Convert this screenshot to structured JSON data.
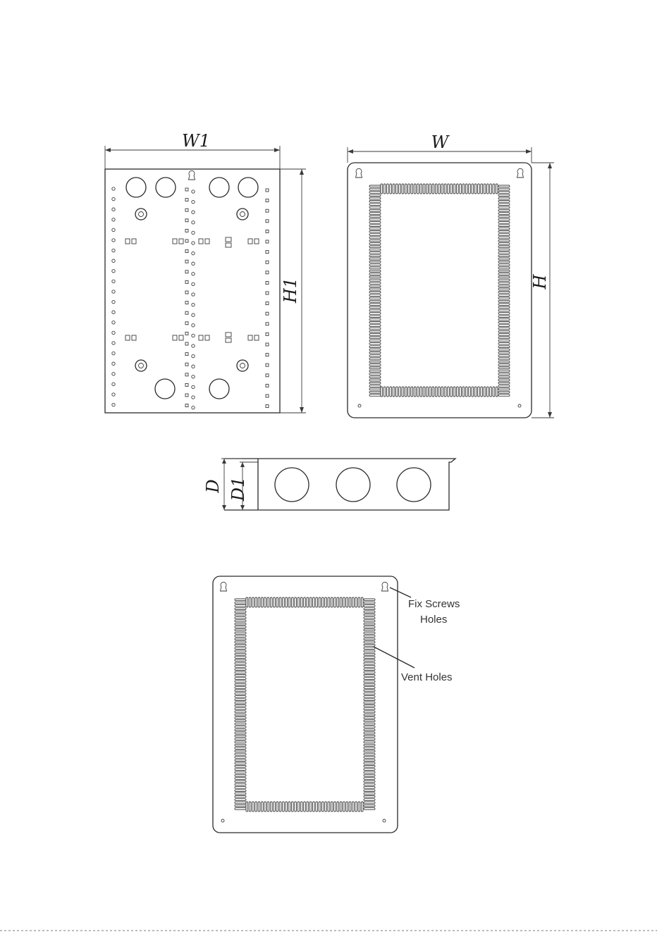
{
  "front_view": {
    "width_label": "W1",
    "height_label": "H1"
  },
  "back_view": {
    "width_label": "W",
    "height_label": "H"
  },
  "side_view": {
    "depth_label": "D",
    "inner_depth_label": "D1"
  },
  "detail_view": {
    "callout_screws_line1": "Fix Screws",
    "callout_screws_line2": "Holes",
    "callout_vents": "Vent Holes"
  },
  "colors": {
    "line": "#2a2a2a",
    "background": "#ffffff"
  }
}
